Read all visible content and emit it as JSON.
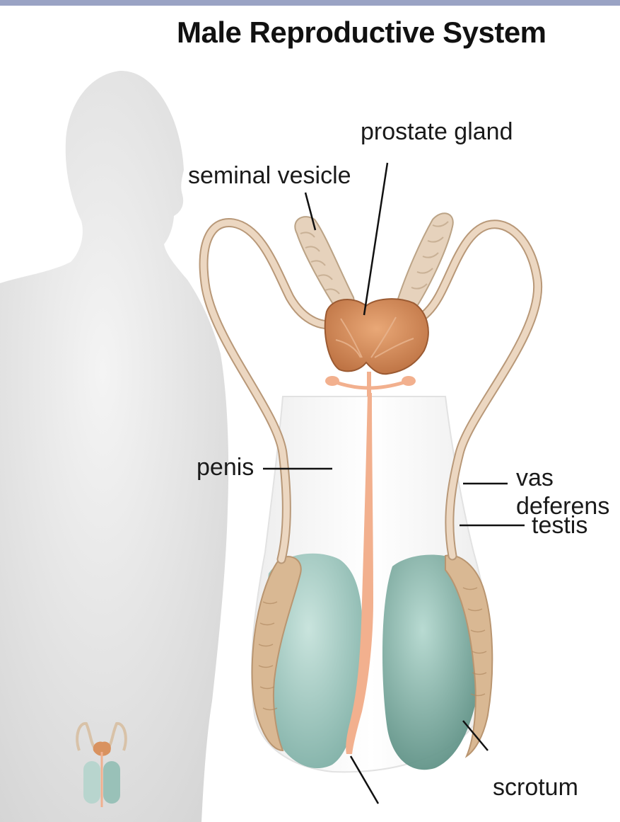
{
  "title": "Male Reproductive System",
  "labels": {
    "prostate_gland": "prostate gland",
    "seminal_vesicle": "seminal vesicle",
    "penis": "penis",
    "vas_deferens_line1": "vas",
    "vas_deferens_line2": "deferens",
    "testis": "testis",
    "scrotum": "scrotum"
  },
  "colors": {
    "top_bar": "#9aa3c4",
    "silhouette": "#dcdcdc",
    "vas_deferens": "#e9d3bd",
    "prostate": "#d9925f",
    "urethra": "#f4b593",
    "testis": "#a8cfc6",
    "epididymis": "#d8b792"
  }
}
